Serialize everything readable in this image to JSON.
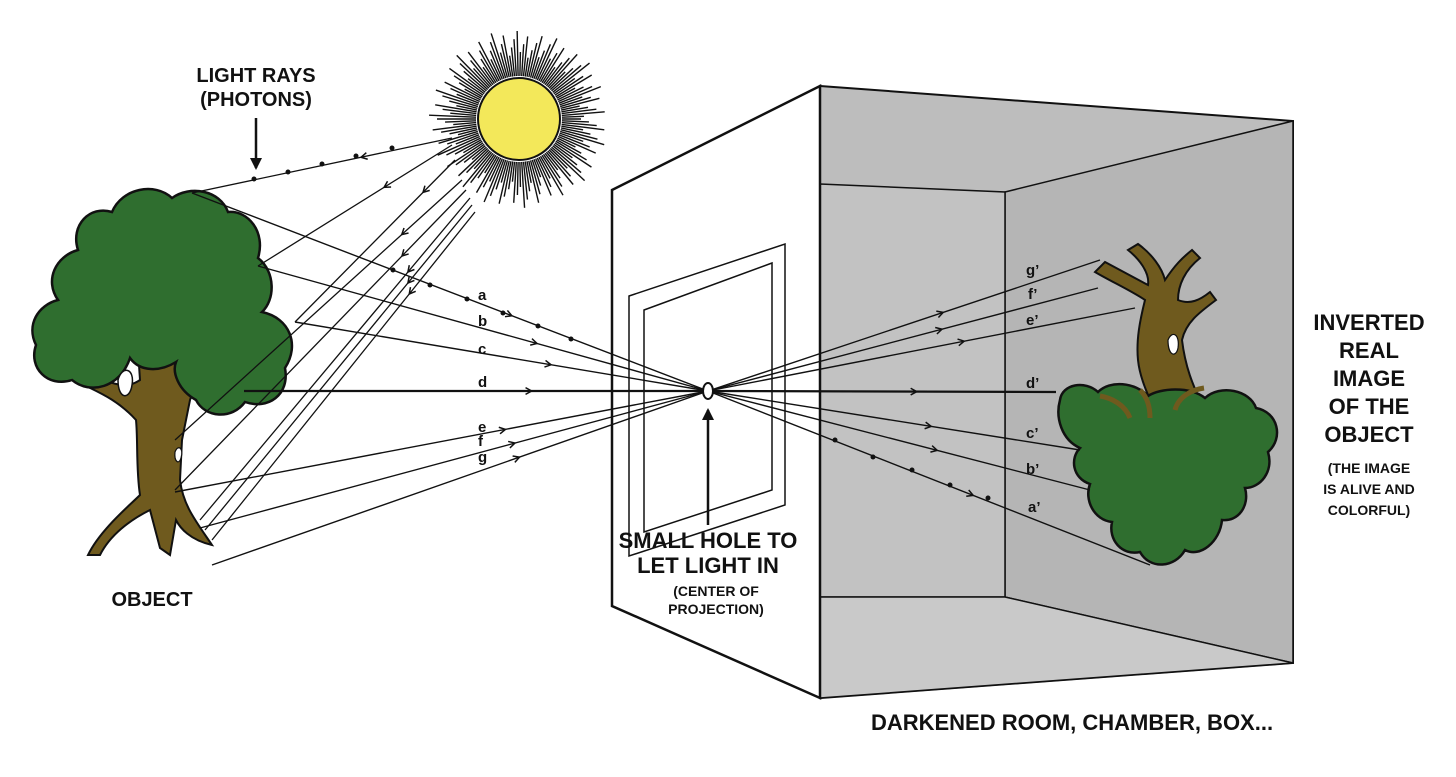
{
  "colors": {
    "sun_fill": "#f3e85a",
    "sun_rays": "#111111",
    "tree_foliage": "#2f6e2f",
    "tree_trunk": "#6f5a1e",
    "wall_front": "#ffffff",
    "wall_interior": "#bdbdbd",
    "wall_floor": "#c7c7c7",
    "line": "#111111"
  },
  "labels": {
    "light_rays": [
      "LIGHT RAYS",
      "(PHOTONS)"
    ],
    "object": "OBJECT",
    "hole": [
      "SMALL HOLE TO",
      "LET LIGHT IN"
    ],
    "center": [
      "(CENTER OF",
      "PROJECTION)"
    ],
    "inverted": [
      "INVERTED",
      "REAL",
      "IMAGE",
      "OF THE",
      "OBJECT"
    ],
    "alive": [
      "(THE IMAGE",
      "IS ALIVE AND",
      "COLORFUL)"
    ],
    "room": "DARKENED ROOM, CHAMBER, BOX..."
  },
  "rays_in": [
    "a",
    "b",
    "c",
    "d",
    "e",
    "f",
    "g"
  ],
  "rays_out": [
    "g’",
    "f’",
    "e’",
    "d’",
    "c’",
    "b’",
    "a’"
  ]
}
